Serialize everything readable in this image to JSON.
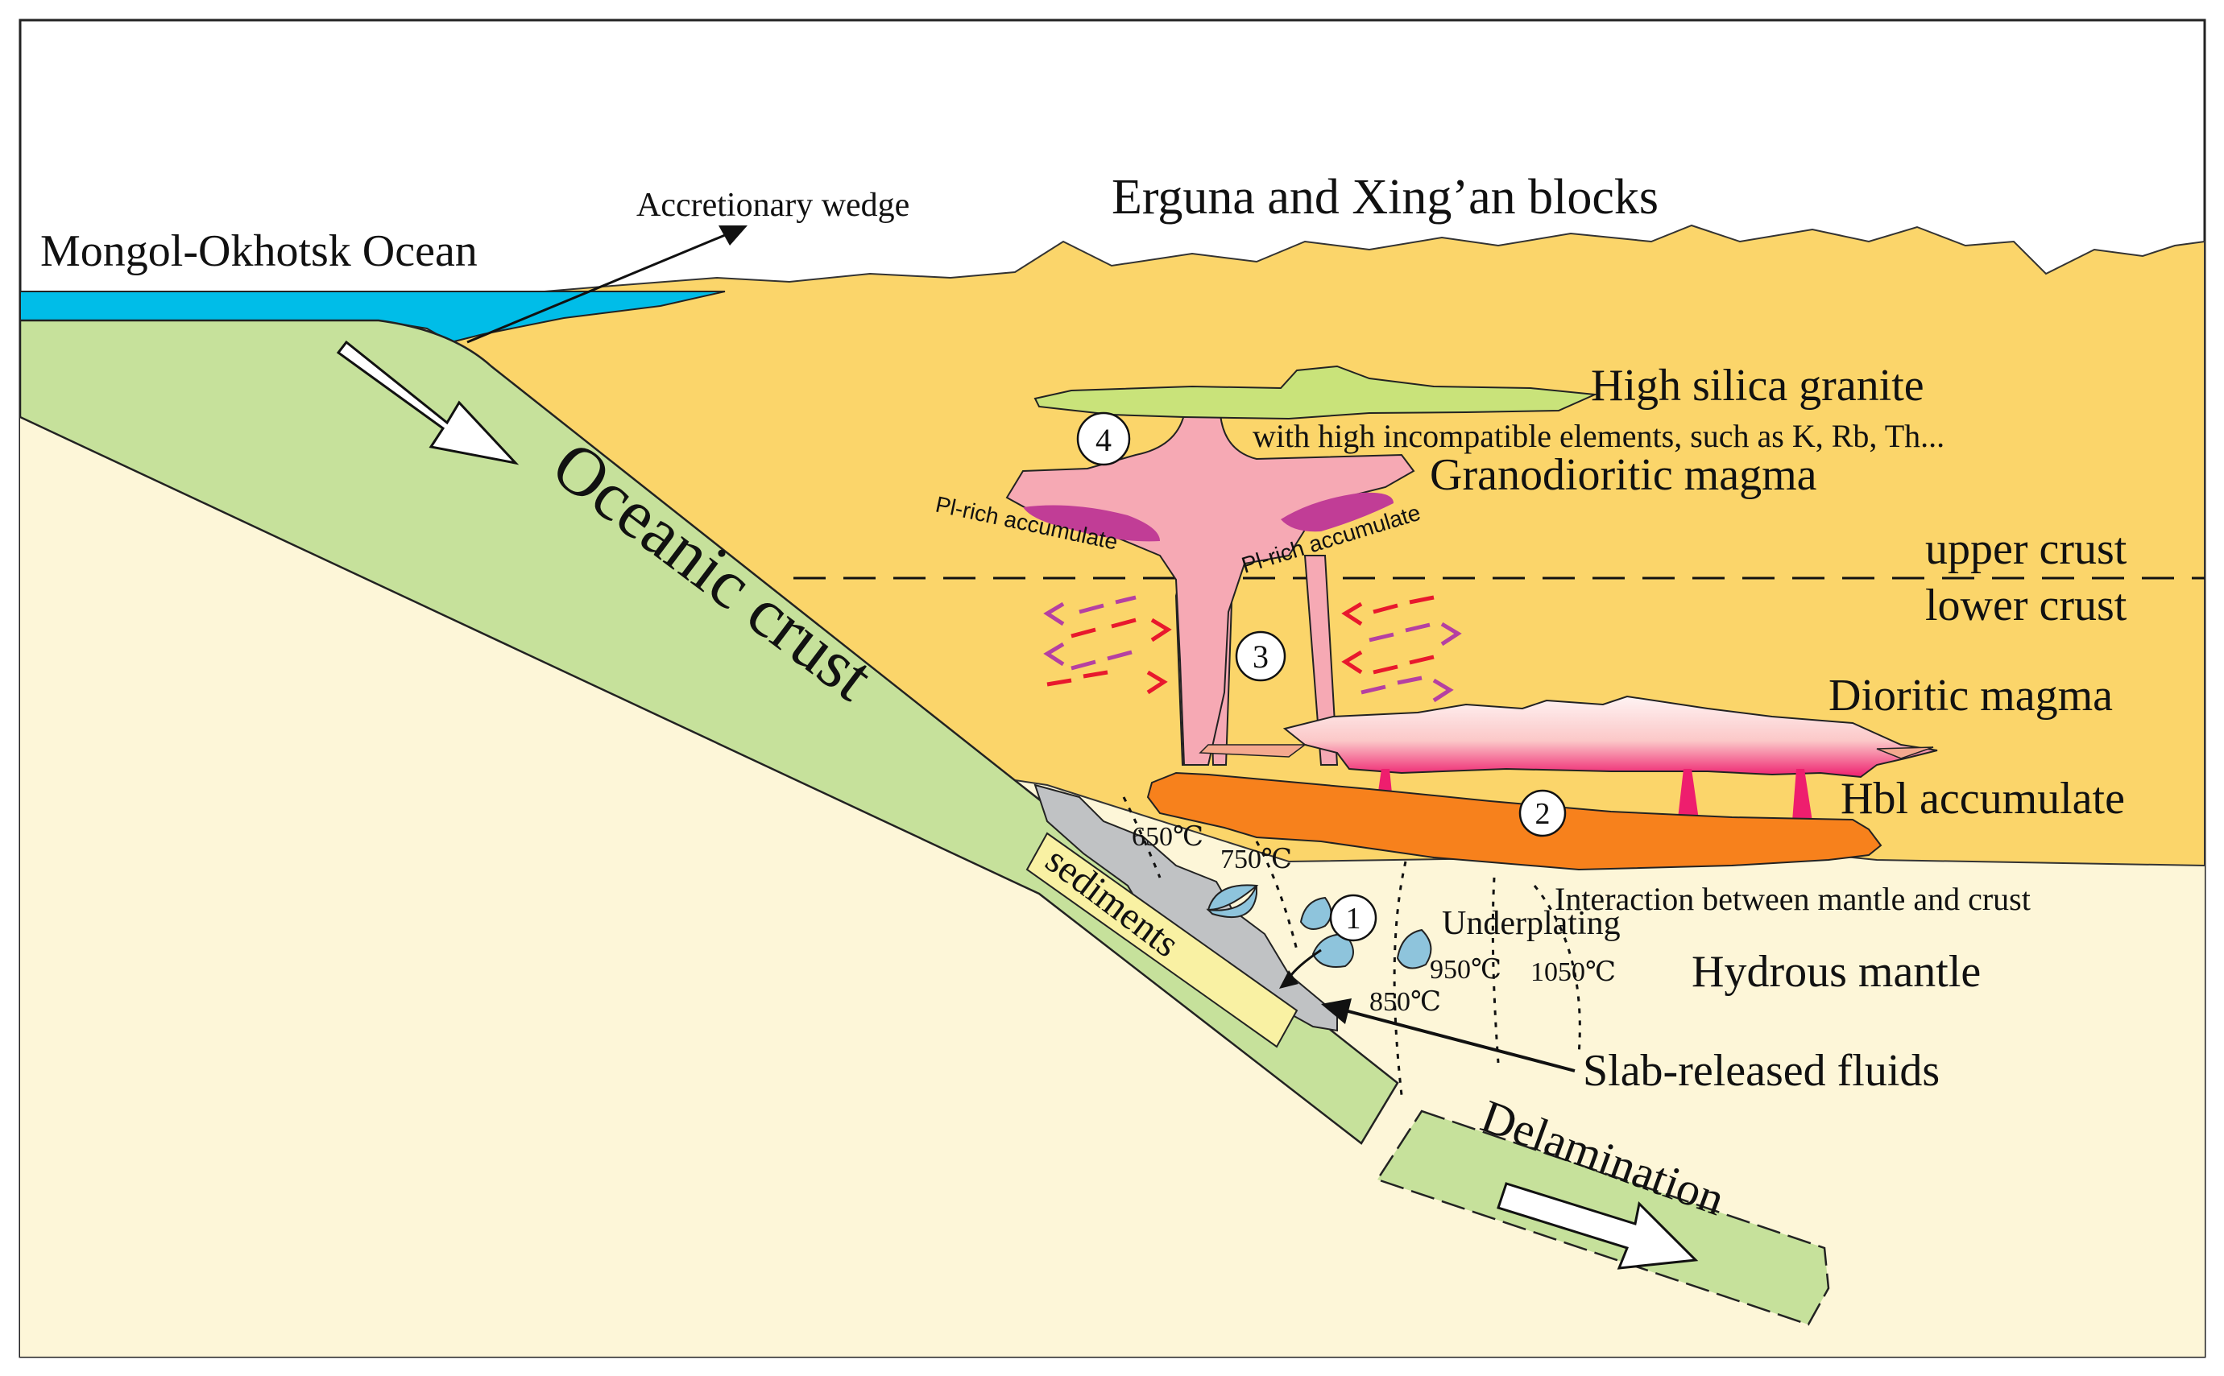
{
  "labels": {
    "ocean": "Mongol-Okhotsk Ocean",
    "wedge": "Accretionary wedge",
    "blocks": "Erguna and Xing’an blocks",
    "granite_title": "High silica granite",
    "granite_detail": "with high incompatible elements, such as K, Rb, Th...",
    "granodiorite": "Granodioritic magma",
    "upper_crust": "upper crust",
    "lower_crust": "lower crust",
    "diorite": "Dioritic magma",
    "hbl": "Hbl accumulate",
    "interaction": "Interaction between mantle and crust",
    "underplating": "Underplating",
    "hydrous_mantle": "Hydrous mantle",
    "slab_fluids": "Slab-released fluids",
    "delamination": "Delamination",
    "oceanic_crust": "Oceanic crust",
    "sediments": "sediments",
    "pl_left": "Pl-rich accumulate",
    "pl_right": "Pl-rich accumulate"
  },
  "temperatures": [
    "650℃",
    "750℃",
    "850℃",
    "950℃",
    "1050℃"
  ],
  "stages": [
    "1",
    "2",
    "3",
    "4"
  ],
  "colors": {
    "ocean": "#00bde8",
    "continental_crust": "#fbd56a",
    "mantle": "#fdf6d8",
    "oceanic_crust": "#c6e19b",
    "granite": "#c9e37a",
    "granodiorite": "#f6a9b4",
    "pl_accumulate": "#c13d96",
    "diorite": "#fde2e2",
    "diorite_base": "#ee1e6e",
    "hbl_accumulate": "#f7811c",
    "sediments": "#f9f1a3",
    "wedge_gray": "#c0c2c4",
    "melt_drop": "#8ec4dc",
    "arrow_red": "#e8182d",
    "arrow_purple": "#b540a2"
  }
}
